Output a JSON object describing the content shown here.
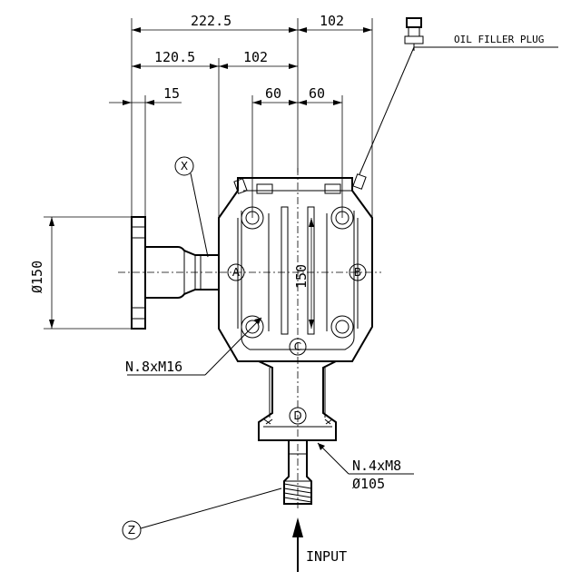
{
  "dimensions": {
    "overall_width": "222.5",
    "right_width": "102",
    "left_offset": "120.5",
    "center_offset": "102",
    "flange_thickness": "15",
    "bolt_left": "60",
    "bolt_right": "60",
    "flange_diameter": "Ø150",
    "body_height": "150"
  },
  "labels": {
    "oil_plug": "OIL FILLER PLUG",
    "bolts_main": "N.8xM16",
    "bolts_input": "N.4xM8",
    "input_diameter": "Ø105",
    "input": "INPUT"
  },
  "callouts": {
    "x": "X",
    "z": "Z",
    "a": "A",
    "b": "B",
    "c": "C",
    "d": "D"
  }
}
